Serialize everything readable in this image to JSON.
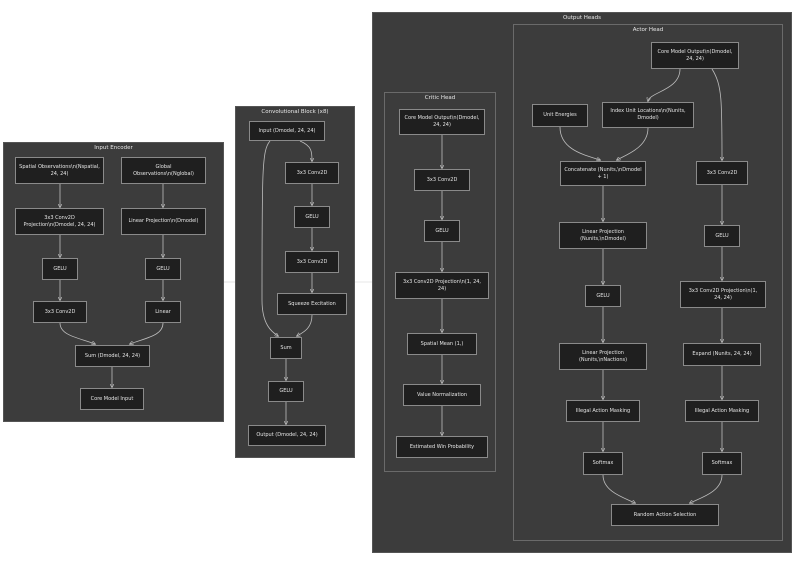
{
  "panels": {
    "input_encoder": "Input Encoder",
    "conv_block": "Convolutional Block (x8)",
    "output_heads": "Output Heads",
    "critic_head": "Critic Head",
    "actor_head": "Actor Head"
  },
  "nodes": {
    "spatial_obs": "Spatial Observations\\n(Nspatial, 24, 24)",
    "global_obs": "Global Observations\\n(Nglobal)",
    "ie_conv_proj": "3x3 Conv2D Projection\\n(Dmodel, 24, 24)",
    "ie_linear_proj": "Linear Projection\\n(Dmodel)",
    "ie_gelu1": "GELU",
    "ie_gelu2": "GELU",
    "ie_conv": "3x3 Conv2D",
    "ie_linear": "Linear",
    "ie_sum": "Sum (Dmodel, 24, 24)",
    "core_input": "Core Model Input",
    "cb_input": "Input (Dmodel, 24, 24)",
    "cb_conv1": "3x3 Conv2D",
    "cb_gelu1": "GELU",
    "cb_conv2": "3x3 Conv2D",
    "cb_se": "Squeeze Excitation",
    "cb_sum": "Sum",
    "cb_gelu2": "GELU",
    "cb_output": "Output (Dmodel, 24, 24)",
    "cr_core_out": "Core Model Output\\n(Dmodel, 24, 24)",
    "cr_conv": "3x3 Conv2D",
    "cr_gelu": "GELU",
    "cr_conv_proj": "3x3 Conv2D Projection\\n(1, 24, 24)",
    "cr_spatial_mean": "Spatial Mean (1,)",
    "cr_value_norm": "Value Normalization",
    "cr_win_prob": "Estimated Win Probability",
    "ac_core_out": "Core Model Output\\n(Dmodel, 24, 24)",
    "ac_unit_energies": "Unit Energies",
    "ac_index_unit": "Index Unit Locations\\n(Nunits, Dmodel)",
    "ac_concat": "Concatenate (Nunits,\\nDmodel + 1)",
    "ac_linear_proj1": "Linear Projection (Nunits,\\nDmodel)",
    "ac_gelu_l": "GELU",
    "ac_linear_proj2": "Linear Projection (Nunits,\\nNactions)",
    "ac_mask_l": "Illegal Action Masking",
    "ac_softmax_l": "Softmax",
    "ac_conv": "3x3 Conv2D",
    "ac_gelu_r": "GELU",
    "ac_conv_proj": "3x3 Conv2D Projection\\n(1, 24, 24)",
    "ac_expand": "Expand (Nunits, 24, 24)",
    "ac_mask_r": "Illegal Action Masking",
    "ac_softmax_r": "Softmax",
    "ac_random_sel": "Random Action Selection"
  }
}
